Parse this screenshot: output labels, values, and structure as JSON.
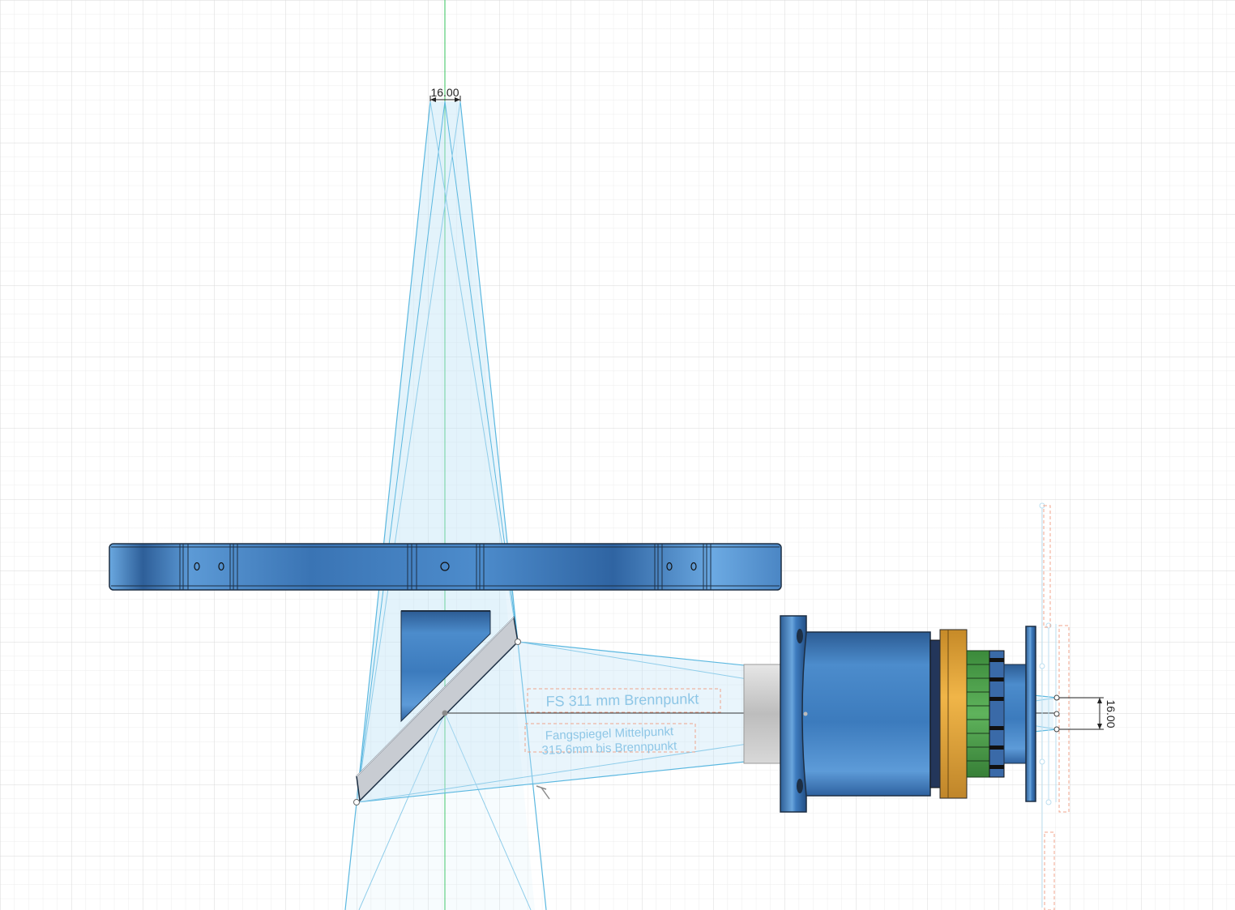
{
  "colors": {
    "background": "#ffffff",
    "grid_minor": "#ececec",
    "grid_major": "#d6d6d6",
    "ray": "#5bb8e0",
    "ray_fill": "#bfe3f5",
    "axis": "#34c35b",
    "part_blue": "#3f82c8",
    "part_dark": "#2d5f98",
    "part_light": "#6aa8e0",
    "mirror": "#c8ccd2",
    "ring_orange": "#e3a43a",
    "ring_green": "#4a9c4a",
    "annotation_text": "#8dc6e6",
    "annotation_box": "#f0a58c"
  },
  "dimensions": {
    "top_width": "16.00",
    "right_width": "16.00"
  },
  "annotations": {
    "focal_point": "FS 311 mm Brennpunkt",
    "mirror_center_line1": "Fangspiegel Mittelpunkt",
    "mirror_center_line2": "315.6mm bis Brennpunkt"
  },
  "icons": {
    "cursor": "text-cursor-icon"
  }
}
